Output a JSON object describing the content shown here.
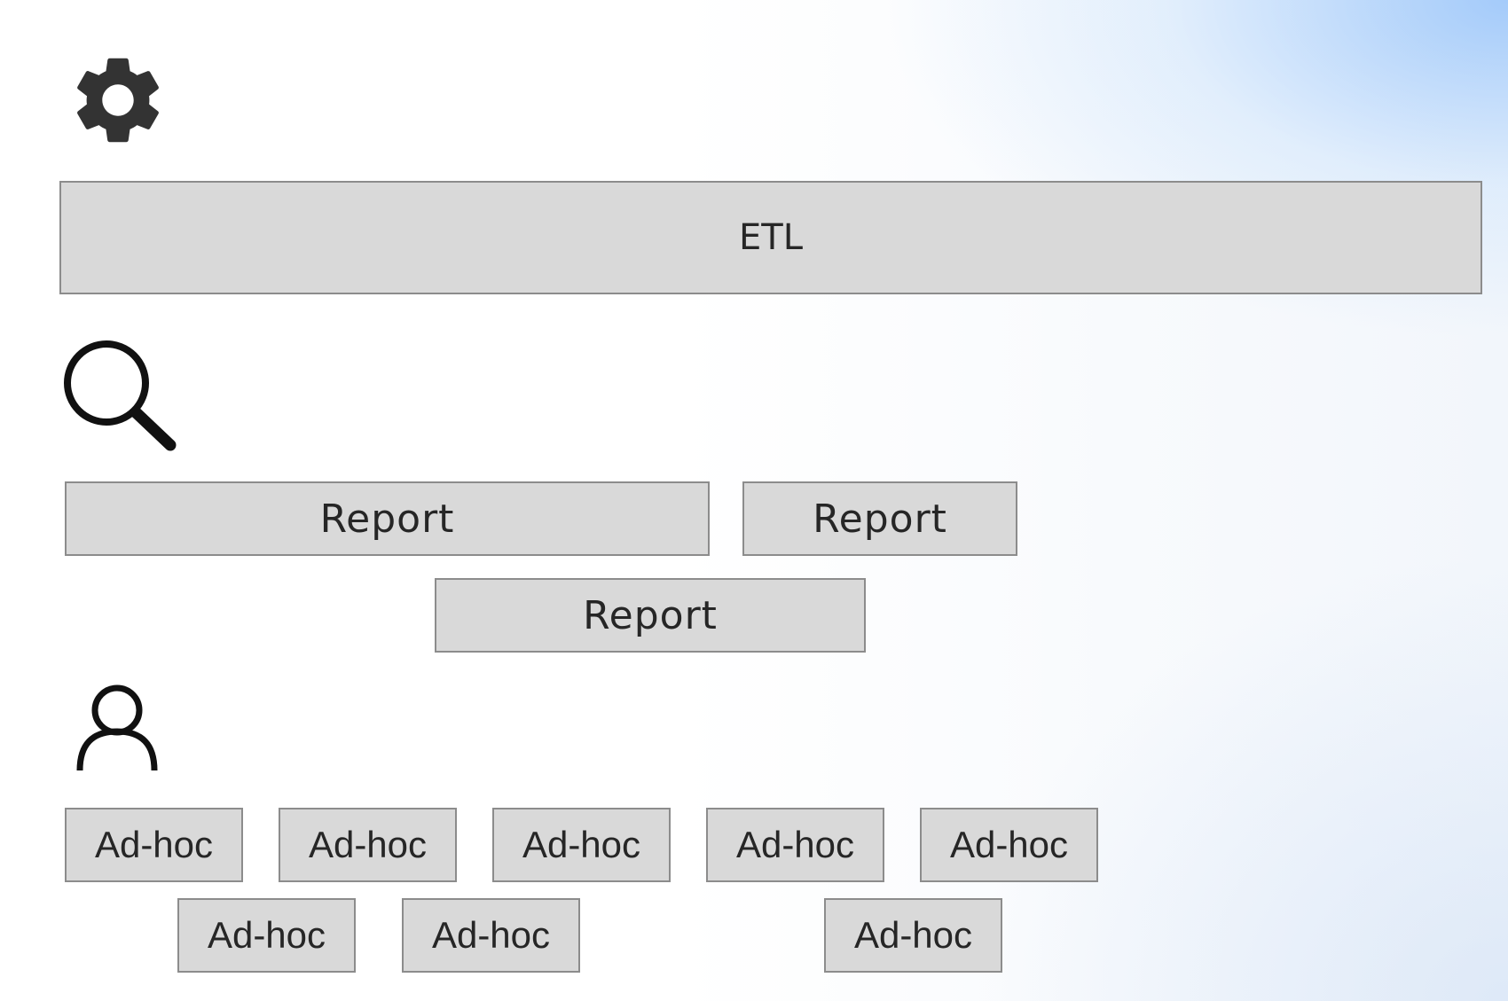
{
  "icons": {
    "settings": "gear-icon",
    "search": "search-icon",
    "user": "user-icon"
  },
  "colors": {
    "box_fill": "#d9d9d9",
    "box_border": "#8c8c8c",
    "icon": "#222222",
    "gradient_accent": "#96c3fa"
  },
  "etl": {
    "label": "ETL"
  },
  "reports": [
    {
      "label": "Report"
    },
    {
      "label": "Report"
    },
    {
      "label": "Report"
    }
  ],
  "adhoc": [
    {
      "label": "Ad-hoc"
    },
    {
      "label": "Ad-hoc"
    },
    {
      "label": "Ad-hoc"
    },
    {
      "label": "Ad-hoc"
    },
    {
      "label": "Ad-hoc"
    },
    {
      "label": "Ad-hoc"
    },
    {
      "label": "Ad-hoc"
    },
    {
      "label": "Ad-hoc"
    }
  ]
}
